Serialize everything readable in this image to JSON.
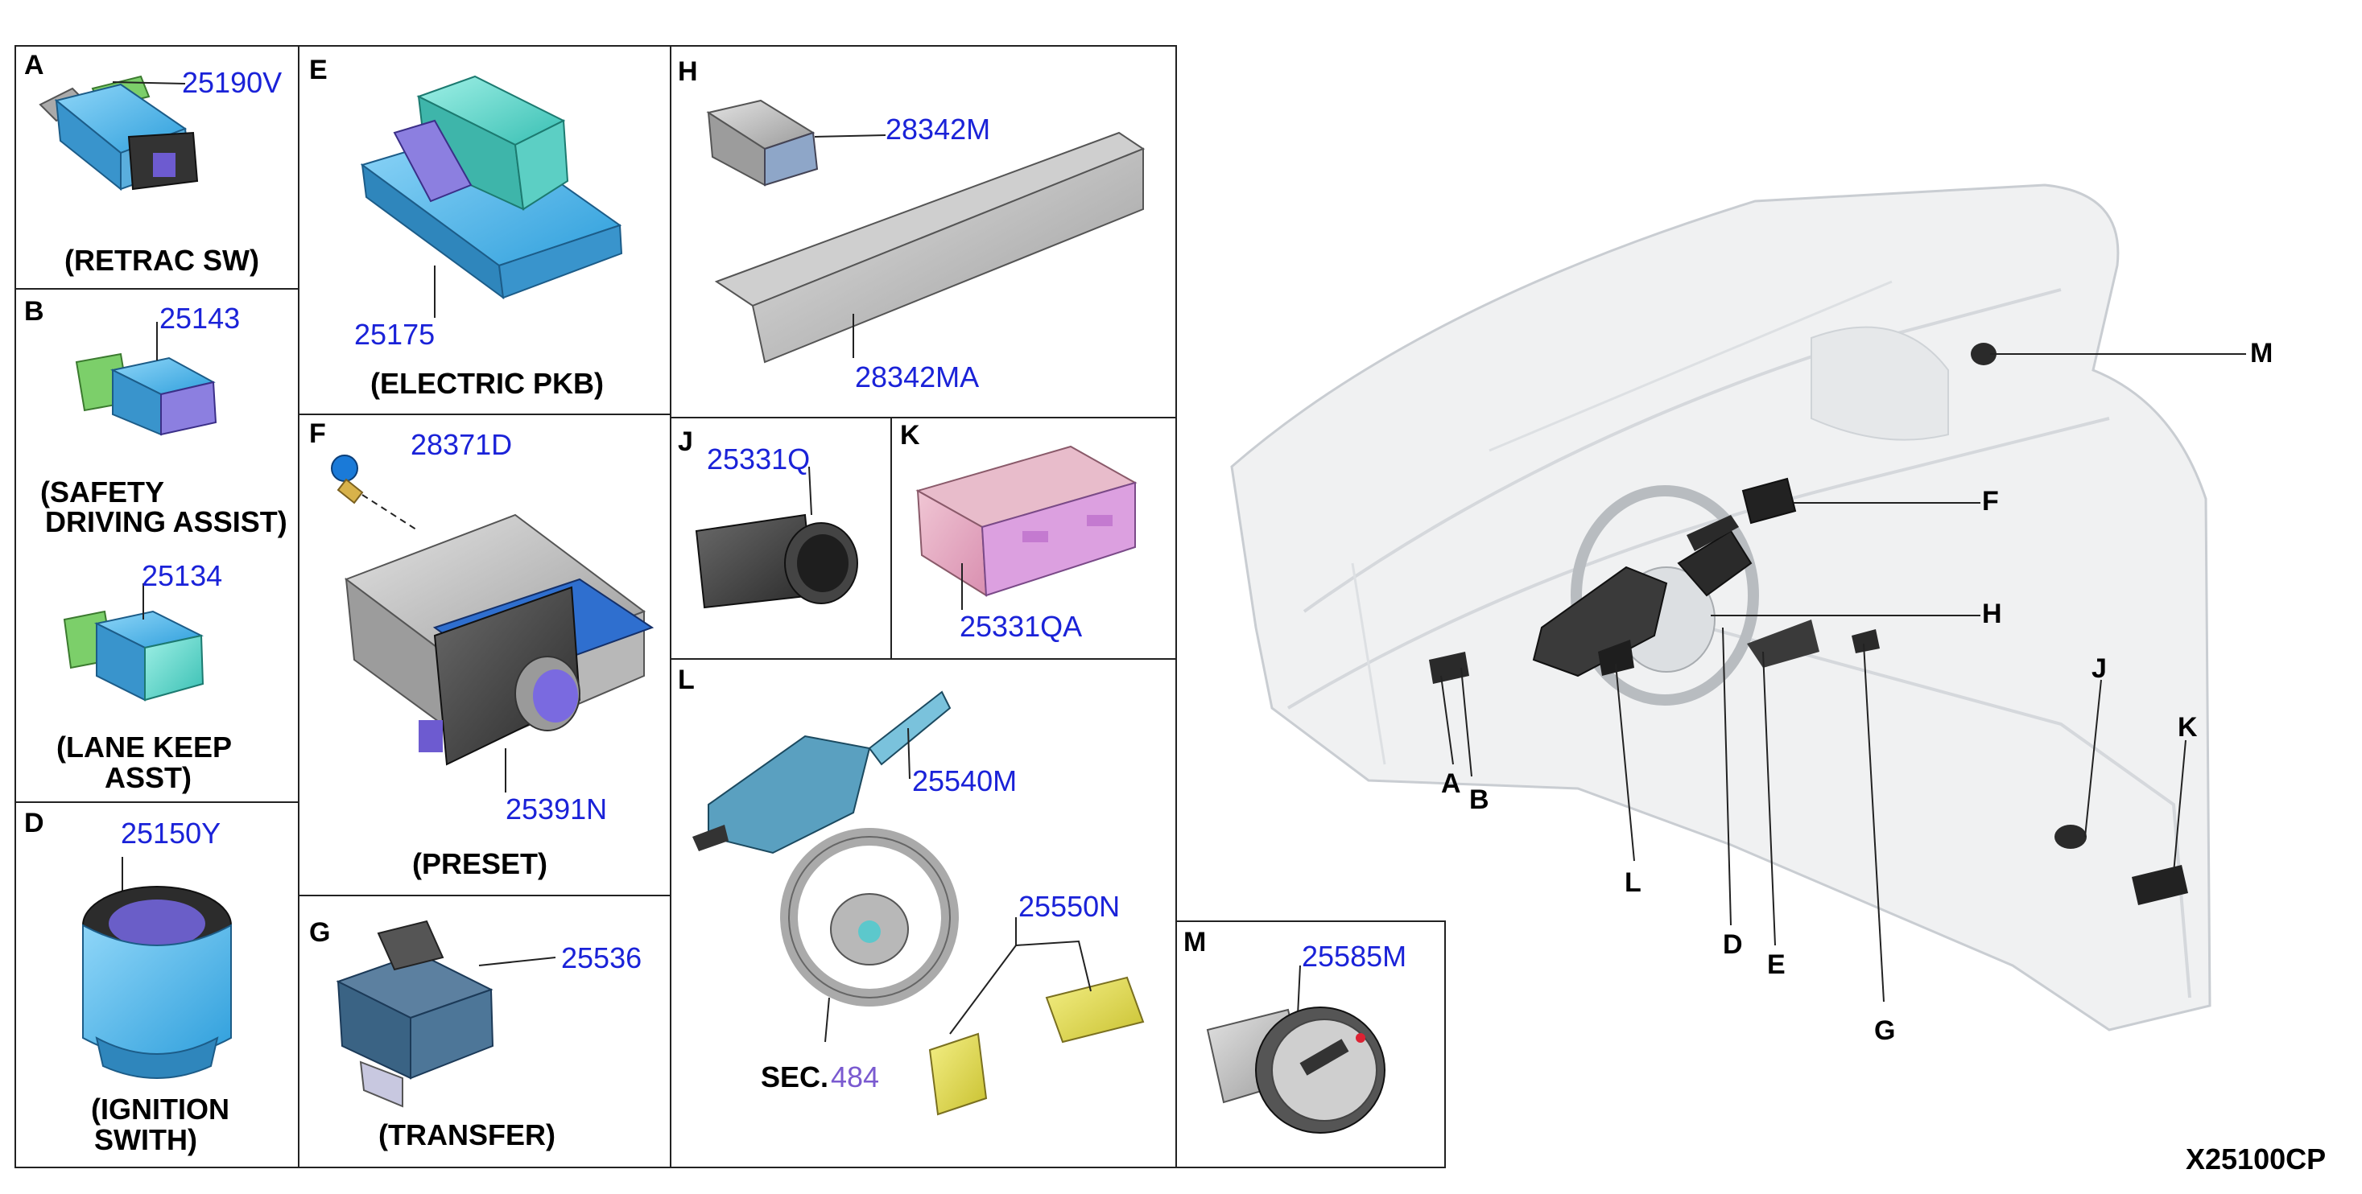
{
  "panels": {
    "A": {
      "letter": "A",
      "part": "25190V",
      "caption": "(RETRAC SW)"
    },
    "B": {
      "letter": "B",
      "part1": "25143",
      "caption1": [
        "(SAFETY",
        "DRIVING ASSIST)"
      ],
      "part2": "25134",
      "caption2": [
        "(LANE KEEP",
        "ASST)"
      ]
    },
    "D": {
      "letter": "D",
      "part": "25150Y",
      "caption": [
        "(IGNITION",
        "SWITH)"
      ]
    },
    "E": {
      "letter": "E",
      "part": "25175",
      "caption": "(ELECTRIC PKB)"
    },
    "F": {
      "letter": "F",
      "part1": "28371D",
      "part2": "25391N",
      "caption": "(PRESET)"
    },
    "G": {
      "letter": "G",
      "part": "25536",
      "caption": "(TRANSFER)"
    },
    "H": {
      "letter": "H",
      "part1": "28342M",
      "part2": "28342MA"
    },
    "J": {
      "letter": "J",
      "part": "25331Q"
    },
    "K": {
      "letter": "K",
      "part": "25331QA"
    },
    "L": {
      "letter": "L",
      "part1": "25540M",
      "part2": "25550N",
      "sec_label": "SEC.",
      "sec_number": "484"
    },
    "M": {
      "letter": "M",
      "part": "25585M"
    }
  },
  "dashboard": {
    "callouts": [
      "M",
      "F",
      "H",
      "J",
      "K",
      "A",
      "B",
      "L",
      "D",
      "E",
      "G"
    ]
  },
  "diagram_code": "X25100CP",
  "colors": {
    "part_number": "#1a22d8",
    "section_ref": "#7a5ad0",
    "component_blue": "#46b4ec",
    "component_teal": "#5fd3c8",
    "component_pink": "#e6a7c0",
    "component_yellow": "#e6e05a"
  }
}
